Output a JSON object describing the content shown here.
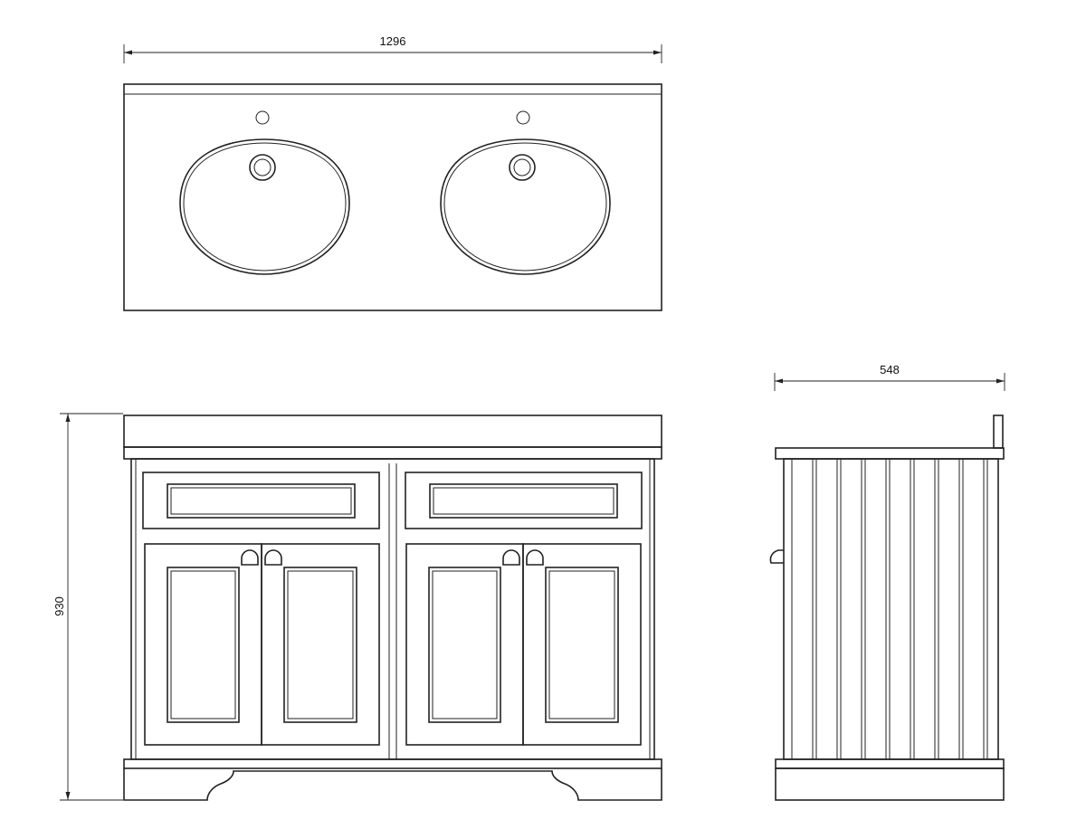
{
  "dimensions": {
    "width": "1296",
    "height": "930",
    "depth": "548"
  },
  "colors": {
    "line": "#222222",
    "background": "#ffffff"
  }
}
